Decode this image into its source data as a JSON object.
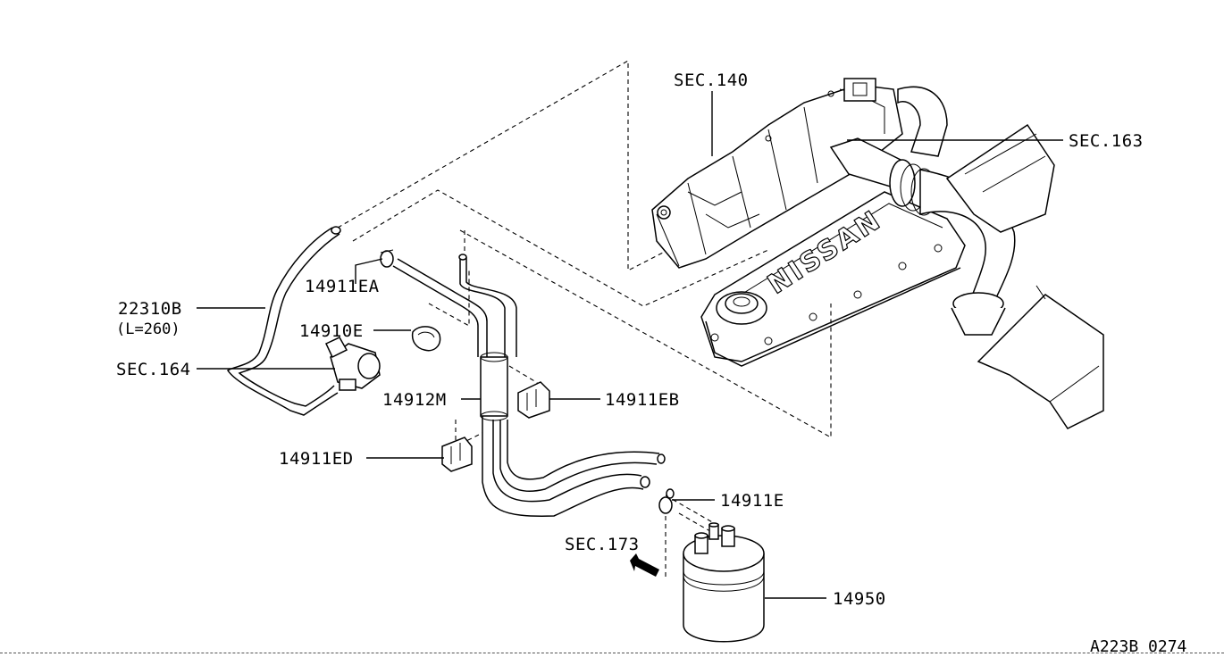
{
  "labels": {
    "sec140": "SEC.140",
    "sec163": "SEC.163",
    "part_22310b": "22310B",
    "part_22310b_len": "(L=260)",
    "sec164": "SEC.164",
    "part_14911ea": "14911EA",
    "part_14910e": "14910E",
    "part_14912m": "14912M",
    "part_14911eb": "14911EB",
    "part_14911ed": "14911ED",
    "part_14911e": "14911E",
    "sec173": "SEC.173",
    "part_14950": "14950",
    "engine_brand": "NISSAN"
  },
  "footer": {
    "diagram_code": "A223B 0274"
  }
}
